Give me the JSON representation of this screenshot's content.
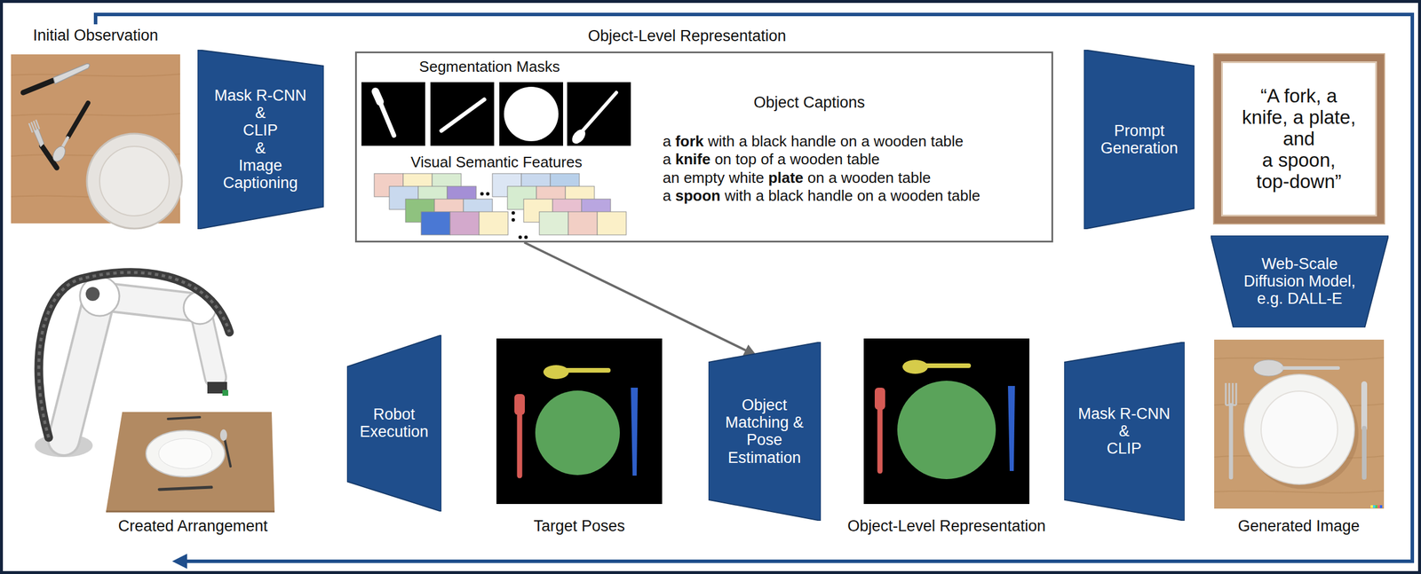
{
  "diagram": {
    "nodes": [
      {
        "text": [
          "Initial Observation"
        ]
      },
      {
        "text": [
          "Mask R-CNN & CLIP & Image Captioning"
        ]
      },
      {
        "text": [
          "Object-Level Representation",
          "Segmentation Masks",
          "Visual Semantic Features",
          "Object Captions",
          "a fork with a black handle on a wooden table",
          "a knife on top of a wooden table",
          "an empty white plate on a wooden table",
          "a spoon with a black handle on a wooden table"
        ]
      },
      {
        "text": [
          "Prompt Generation"
        ]
      },
      {
        "text": [
          "“A fork, a knife, a plate, and a spoon, top-down”"
        ]
      },
      {
        "text": [
          "Web-Scale Diffusion Model, e.g. DALL-E"
        ]
      },
      {
        "text": [
          "Generated Image"
        ]
      },
      {
        "text": [
          "Mask R-CNN & CLIP"
        ]
      },
      {
        "text": [
          "Object-Level Representation"
        ]
      },
      {
        "text": [
          "Object Matching & Pose Estimation"
        ]
      },
      {
        "text": [
          "Target Poses"
        ]
      },
      {
        "text": [
          "Robot Execution"
        ]
      },
      {
        "text": [
          "Created Arrangement"
        ]
      }
    ],
    "edges": [
      {
        "from": 0,
        "to": 12,
        "arrow": "to"
      },
      {
        "from": 2,
        "to": 9,
        "arrow": "to"
      }
    ]
  }
}
